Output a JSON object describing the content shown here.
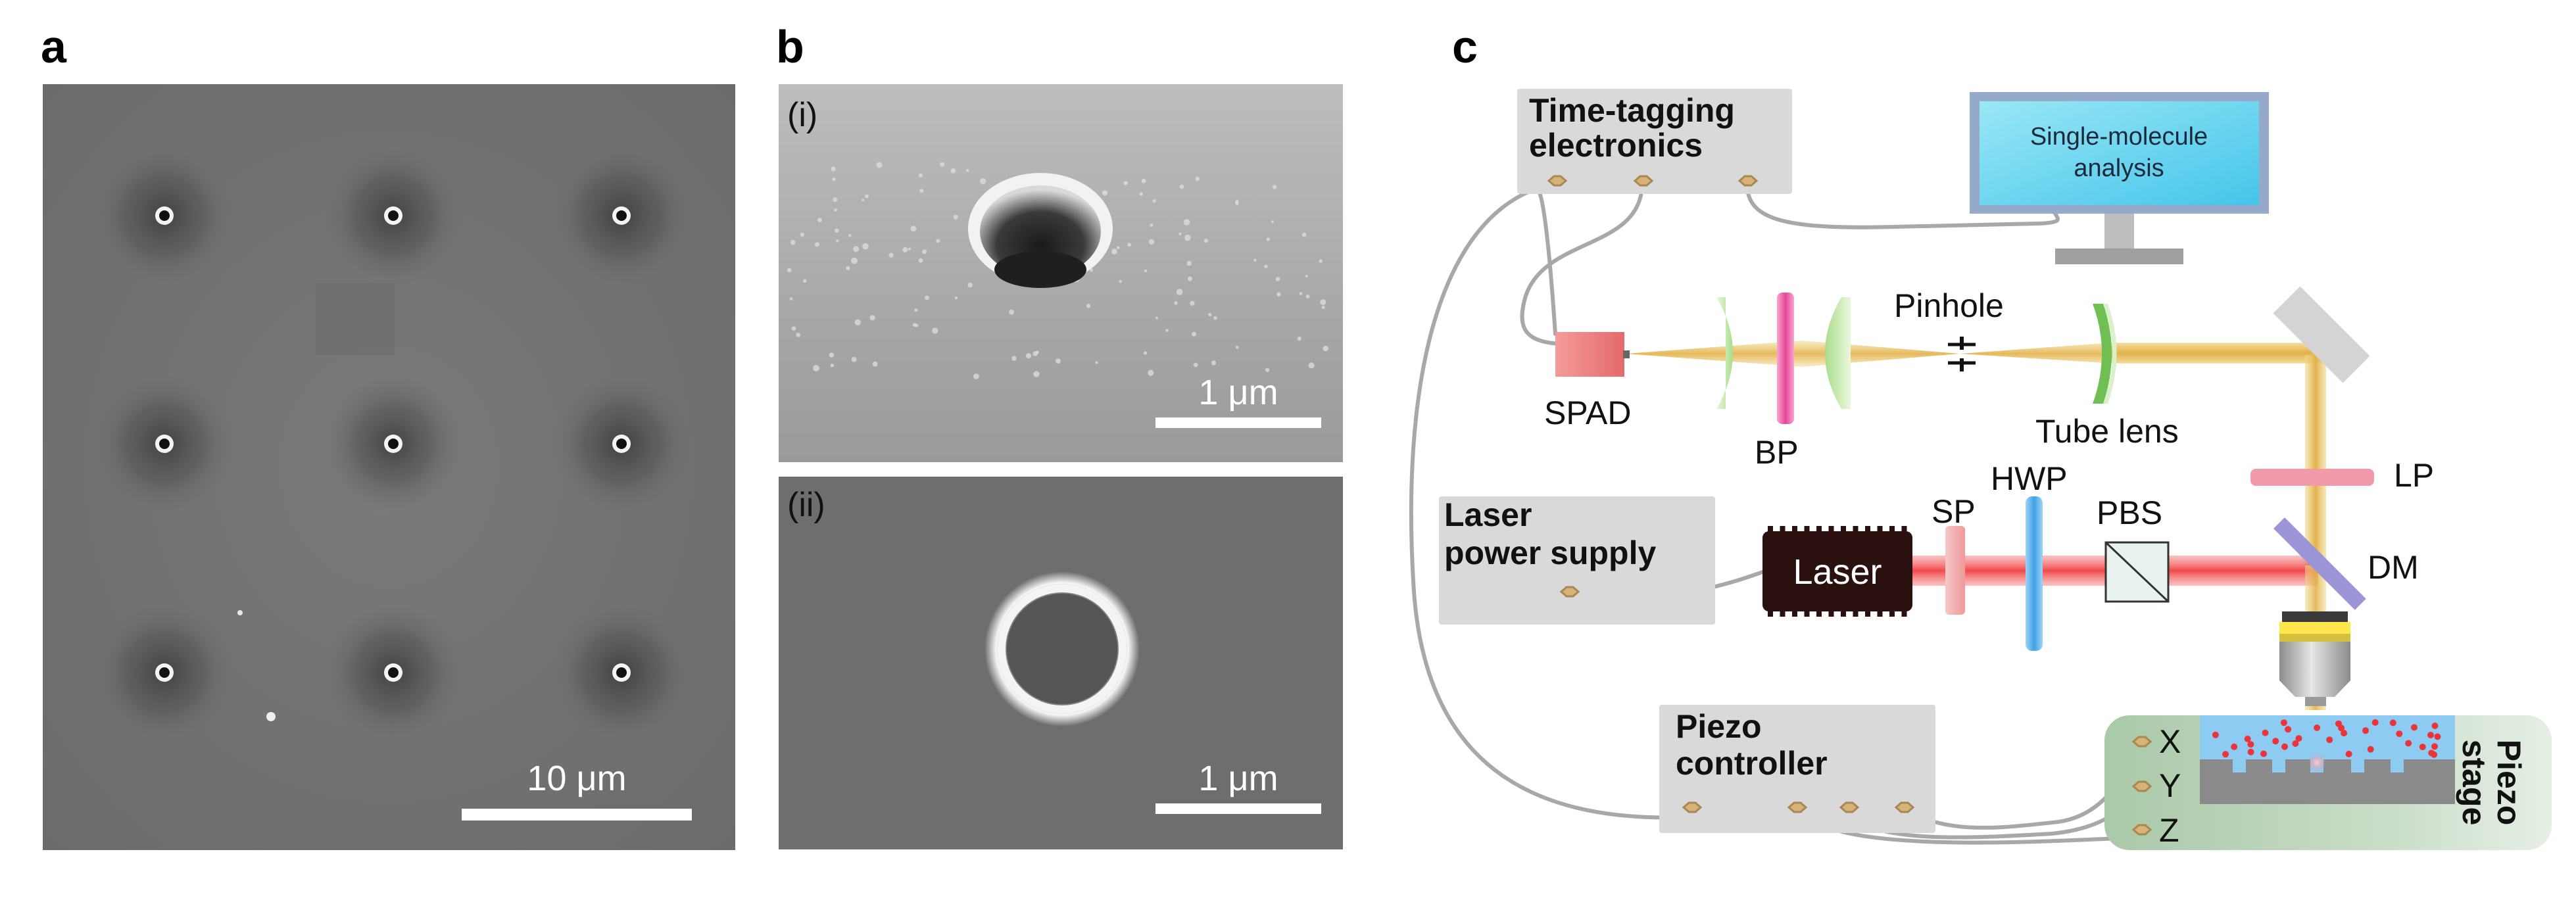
{
  "figure": {
    "panels": [
      "a",
      "b",
      "c"
    ]
  },
  "panel_a": {
    "scale_label": "10 μm"
  },
  "panel_b": {
    "sub_i": "(i)",
    "sub_ii": "(ii)",
    "scale_label_i": "1 μm",
    "scale_label_ii": "1 μm"
  },
  "panel_c": {
    "time_tagging": [
      "Time-tagging",
      "electronics"
    ],
    "monitor": [
      "Single-molecule",
      "analysis"
    ],
    "laser_power": [
      "Laser",
      "power supply"
    ],
    "piezo_controller": [
      "Piezo",
      "controller"
    ],
    "piezo_stage": [
      "Piezo",
      "stage"
    ],
    "laser": "Laser",
    "labels": {
      "spad": "SPAD",
      "bp": "BP",
      "pinhole": "Pinhole",
      "tube_lens": "Tube lens",
      "lp": "LP",
      "dm": "DM",
      "sp": "SP",
      "hwp": "HWP",
      "pbs": "PBS",
      "x": "X",
      "y": "Y",
      "z": "Z"
    },
    "colors": {
      "laser_beam": "#f04a4a",
      "emission_beam": "#e8c36a",
      "box_fill": "#d9d9d9",
      "stage_fill": "#a9c9a8",
      "monitor_screen": "#5fd1ee"
    }
  }
}
